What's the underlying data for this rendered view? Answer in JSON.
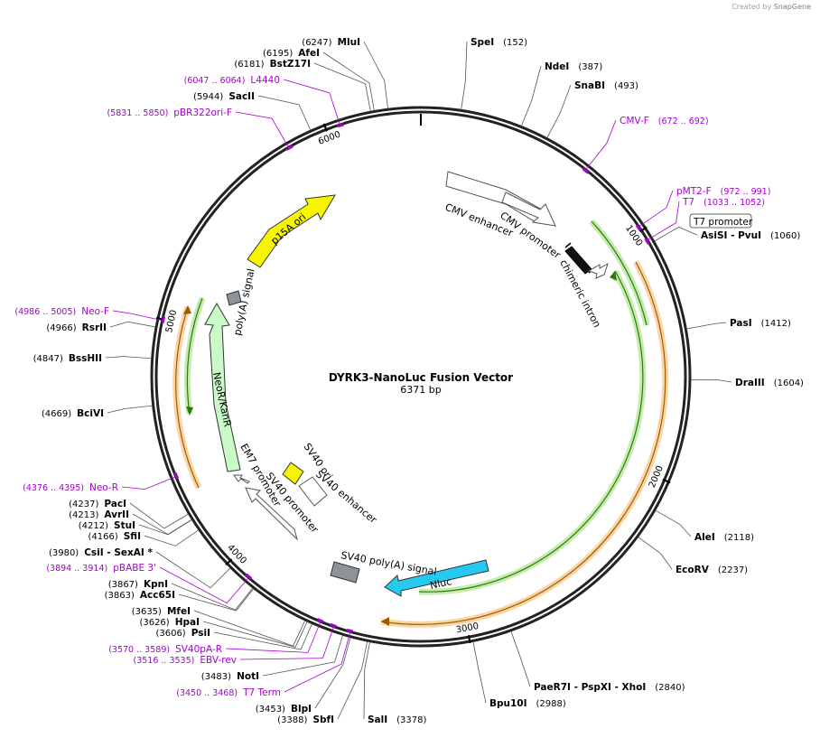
{
  "credit": {
    "prefix": "Created by",
    "brand": "SnapGene"
  },
  "plasmid": {
    "name": "DYRK3-NanoLuc Fusion Vector",
    "size_label": "6371 bp",
    "length": 6371
  },
  "ticks": [
    {
      "bp": 1000,
      "label": "1000"
    },
    {
      "bp": 2000,
      "label": "2000"
    },
    {
      "bp": 3000,
      "label": "3000"
    },
    {
      "bp": 4000,
      "label": "4000"
    },
    {
      "bp": 5000,
      "label": "5000"
    },
    {
      "bp": 6000,
      "label": "6000"
    }
  ],
  "sites": [
    {
      "name": "MluI",
      "pos": "(6247)",
      "bp": 6247,
      "side": "left"
    },
    {
      "name": "SpeI",
      "pos": "(152)",
      "bp": 152,
      "side": "right"
    },
    {
      "name": "AfeI",
      "pos": "(6195)",
      "bp": 6195,
      "side": "left"
    },
    {
      "name": "NdeI",
      "pos": "(387)",
      "bp": 387,
      "side": "right"
    },
    {
      "name": "BstZ17I",
      "pos": "(6181)",
      "bp": 6181,
      "side": "left"
    },
    {
      "name": "SnaBI",
      "pos": "(493)",
      "bp": 493,
      "side": "right"
    },
    {
      "name": "SacII",
      "pos": "(5944)",
      "bp": 5944,
      "side": "left"
    },
    {
      "name": "AsiSI - PvuI",
      "pos": "(1060)",
      "bp": 1060,
      "side": "right"
    },
    {
      "name": "PasI",
      "pos": "(1412)",
      "bp": 1412,
      "side": "right"
    },
    {
      "name": "DraIII",
      "pos": "(1604)",
      "bp": 1604,
      "side": "right"
    },
    {
      "name": "RsrII",
      "pos": "(4966)",
      "bp": 4966,
      "side": "left"
    },
    {
      "name": "BssHII",
      "pos": "(4847)",
      "bp": 4847,
      "side": "left"
    },
    {
      "name": "BciVI",
      "pos": "(4669)",
      "bp": 4669,
      "side": "left"
    },
    {
      "name": "AleI",
      "pos": "(2118)",
      "bp": 2118,
      "side": "right"
    },
    {
      "name": "EcoRV",
      "pos": "(2237)",
      "bp": 2237,
      "side": "right"
    },
    {
      "name": "PacI",
      "pos": "(4237)",
      "bp": 4237,
      "side": "left"
    },
    {
      "name": "AvrII",
      "pos": "(4213)",
      "bp": 4213,
      "side": "left"
    },
    {
      "name": "StuI",
      "pos": "(4212)",
      "bp": 4212,
      "side": "left"
    },
    {
      "name": "SfiI",
      "pos": "(4166)",
      "bp": 4166,
      "side": "left"
    },
    {
      "name": "CsiI - SexAI *",
      "pos": "(3980)",
      "bp": 3980,
      "side": "left"
    },
    {
      "name": "KpnI",
      "pos": "(3867)",
      "bp": 3867,
      "side": "left"
    },
    {
      "name": "Acc65I",
      "pos": "(3863)",
      "bp": 3863,
      "side": "left"
    },
    {
      "name": "MfeI",
      "pos": "(3635)",
      "bp": 3635,
      "side": "left"
    },
    {
      "name": "HpaI",
      "pos": "(3626)",
      "bp": 3626,
      "side": "left"
    },
    {
      "name": "PsiI",
      "pos": "(3606)",
      "bp": 3606,
      "side": "left"
    },
    {
      "name": "PaeR7I - PspXI - XhoI",
      "pos": "(2840)",
      "bp": 2840,
      "side": "right"
    },
    {
      "name": "Bpu10I",
      "pos": "(2988)",
      "bp": 2988,
      "side": "right"
    },
    {
      "name": "NotI",
      "pos": "(3483)",
      "bp": 3483,
      "side": "left"
    },
    {
      "name": "BlpI",
      "pos": "(3453)",
      "bp": 3453,
      "side": "left"
    },
    {
      "name": "SbfI",
      "pos": "(3388)",
      "bp": 3388,
      "side": "left"
    },
    {
      "name": "SalI",
      "pos": "(3378)",
      "bp": 3378,
      "side": "right"
    }
  ],
  "primers": [
    {
      "name": "L4440",
      "pos": "(6047 .. 6064)",
      "start": 6047,
      "end": 6064,
      "side": "left"
    },
    {
      "name": "pBR322ori-F",
      "pos": "(5831 .. 5850)",
      "start": 5831,
      "end": 5850,
      "side": "left"
    },
    {
      "name": "CMV-F",
      "pos": "(672 .. 692)",
      "start": 672,
      "end": 692,
      "side": "right"
    },
    {
      "name": "pMT2-F",
      "pos": "(972 .. 991)",
      "start": 972,
      "end": 991,
      "side": "right"
    },
    {
      "name": "T7",
      "pos": "(1033 .. 1052)",
      "start": 1033,
      "end": 1052,
      "side": "right"
    },
    {
      "name": "Neo-F",
      "pos": "(4986 .. 5005)",
      "start": 4986,
      "end": 5005,
      "side": "left"
    },
    {
      "name": "Neo-R",
      "pos": "(4376 .. 4395)",
      "start": 4376,
      "end": 4395,
      "side": "left"
    },
    {
      "name": "pBABE 3'",
      "pos": "(3894 .. 3914)",
      "start": 3894,
      "end": 3914,
      "side": "left"
    },
    {
      "name": "SV40pA-R",
      "pos": "(3570 .. 3589)",
      "start": 3570,
      "end": 3589,
      "side": "left"
    },
    {
      "name": "EBV-rev",
      "pos": "(3516 .. 3535)",
      "start": 3516,
      "end": 3535,
      "side": "left"
    },
    {
      "name": "T7 Term",
      "pos": "(3450 .. 3468)",
      "start": 3450,
      "end": 3468,
      "side": "left"
    }
  ],
  "features": [
    {
      "label": "CMV enhancer",
      "color": "#ffffff"
    },
    {
      "label": "CMV promoter",
      "color": "#ffffff"
    },
    {
      "label": "chimeric intron",
      "color": "#000000"
    },
    {
      "label": "T7 promoter",
      "color": "#ffffff"
    },
    {
      "label": "Nluc",
      "color": "#26c9f0"
    },
    {
      "label": "SV40 poly(A) signal",
      "color": "#8c9399"
    },
    {
      "label": "SV40 promoter",
      "color": "#ffffff"
    },
    {
      "label": "EM7 promoter",
      "color": "#ffffff"
    },
    {
      "label": "SV40 ori",
      "color": "#f5f500"
    },
    {
      "label": "SV40 enhancer",
      "color": "#ffffff"
    },
    {
      "label": "NeoR/KanR",
      "color": "#c9fbc9"
    },
    {
      "label": "poly(A) signal",
      "color": "#8c9399"
    },
    {
      "label": "p15A ori",
      "color": "#f5f500"
    }
  ],
  "colors": {
    "primer": "#a400d1",
    "orf": "#f5a623",
    "gene_line": "#3b8a10"
  }
}
